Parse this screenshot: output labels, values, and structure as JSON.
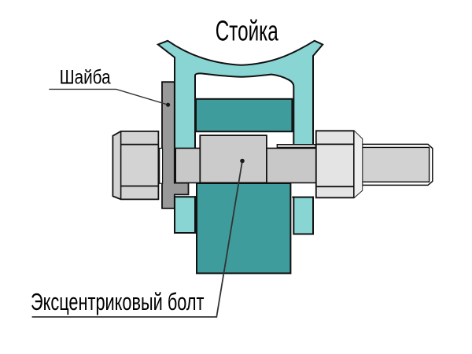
{
  "diagram": {
    "title": "Стойка",
    "labels": {
      "stand": "Стойка",
      "washer": "Шайба",
      "eccentric_bolt": "Эксцентриковый болт"
    },
    "colors": {
      "background": "#ffffff",
      "strut_light_teal": "#89d5d3",
      "block_dark_teal": "#3f9c9c",
      "washer_gray": "#999999",
      "shaft_gray": "#c8c8c8",
      "cam_gray": "#cbcbcb",
      "head_gray": "#d3d3d3",
      "nut_gray": "#e4e4e4",
      "nut_chamfer_gray": "#eeeeee",
      "rod_gray": "#d2d2d2",
      "step_strip_gray": "#e0e0e0",
      "outline_black": "#111111",
      "leader_line": "#333333"
    }
  }
}
